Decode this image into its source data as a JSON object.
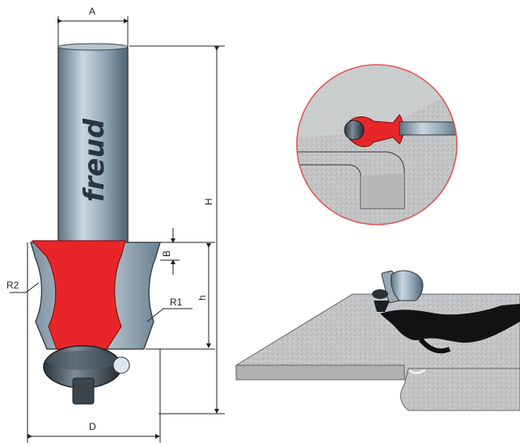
{
  "brand": "freud",
  "dimensions": {
    "A": "A",
    "H": "H",
    "B": "B",
    "h": "h",
    "R1": "R1",
    "R2": "R2",
    "D": "D"
  },
  "colors": {
    "cutter_red": "#e8262a",
    "steel": "#8fa3b5",
    "dark_steel": "#3c4750",
    "granite": "#c4c6c7",
    "magnifier_border": "#e05656"
  },
  "icons": [
    "router-bit-icon",
    "magnifier-circle-icon",
    "countertop-icon"
  ]
}
